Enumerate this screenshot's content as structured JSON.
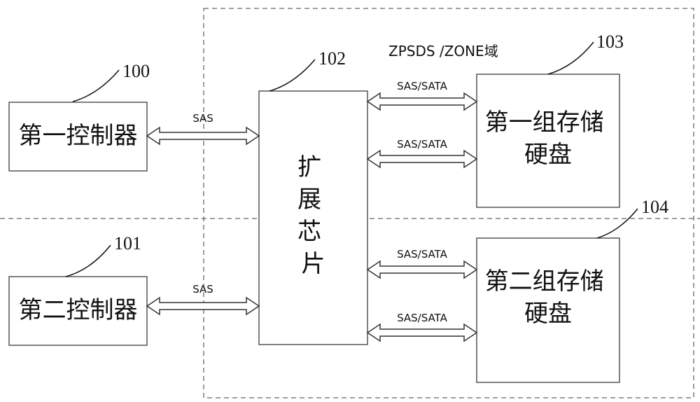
{
  "zone_label": "ZPSDS /ZONE域",
  "controller_1": {
    "label": "第一控制器",
    "ref": "100",
    "link": "SAS"
  },
  "controller_2": {
    "label": "第二控制器",
    "ref": "101",
    "link": "SAS"
  },
  "expander": {
    "label": "扩\n展\n芯\n片",
    "ref": "102"
  },
  "disk_group_1": {
    "label": "第一组存储\n硬盘",
    "ref": "103",
    "links": [
      "SAS/SATA",
      "SAS/SATA"
    ]
  },
  "disk_group_2": {
    "label": "第二组存储\n硬盘",
    "ref": "104",
    "links": [
      "SAS/SATA",
      "SAS/SATA"
    ]
  }
}
